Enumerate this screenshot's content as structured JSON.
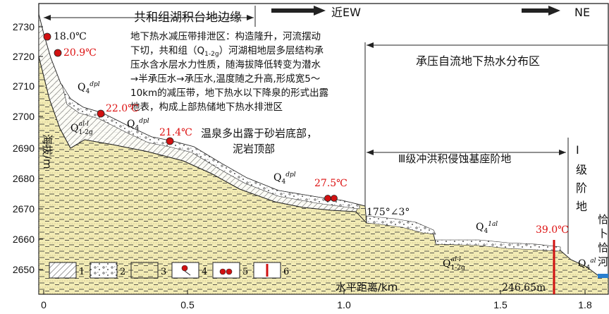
{
  "y_axis": {
    "label": "海拔/m",
    "ticks": [
      "2730",
      "2720",
      "2710",
      "2700",
      "2690",
      "2680",
      "2670",
      "2660",
      "2650"
    ]
  },
  "x_axis": {
    "label": "水平距离/km",
    "ticks": [
      "0",
      "0.5",
      "1.0",
      "1.5",
      "1.8"
    ]
  },
  "header": {
    "left_title": "共和组湖积台地边缘",
    "direction_1": "近EW",
    "direction_2": "NE"
  },
  "zones": {
    "discharge_desc": [
      "地下热水减压带排泄区：构造隆升，河流摆动",
      "下切，共和组（Q",
      "1-2g",
      "）河湖相地层多层结构承",
      "压水含水层水力性质，随海拔降低转变为潜水",
      "→半承压水→承压水,温度随之升高,形成宽5～",
      "10km的减压带，地下热水以下降泉的形式出露",
      "地表，构成上部热储地下热水排泄区"
    ],
    "artesian": "承压自流地下热水分布区",
    "terrace3": "Ⅲ级冲洪积侵蚀基座阶地",
    "terrace1": [
      "Ⅰ",
      "级",
      "阶",
      "地"
    ],
    "river": [
      "恰",
      "卜",
      "恰",
      "河"
    ],
    "spring_note": [
      "温泉多出露于砂岩底部，",
      "泥岩顶部"
    ]
  },
  "temperatures": {
    "t1": "18.0℃",
    "t2": "20.9℃",
    "t3": "22.0℃",
    "t4": "21.4℃",
    "t5": "27.5℃",
    "t6": "39.0℃"
  },
  "annotations": {
    "attitude": "175°∠3°",
    "depth": "246.65m"
  },
  "legend": {
    "items": [
      "1",
      "2",
      "3",
      "4",
      "5",
      "6"
    ]
  },
  "colors": {
    "sand": "#f3ecb5",
    "red_mark": "#d11111",
    "water": "#2a7fd0"
  }
}
